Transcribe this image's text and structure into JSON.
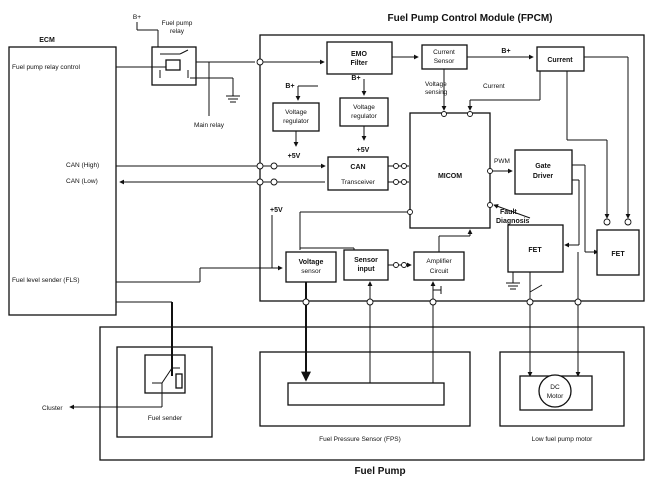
{
  "titles": {
    "fpcm": "Fuel Pump Control Module (FPCM)",
    "ecm": "ECM",
    "fuel_pump": "Fuel Pump"
  },
  "ecm_signals": {
    "relay_control": "Fuel pump relay control",
    "can_high": "CAN (High)",
    "can_low": "CAN (Low)",
    "fuel_level_sender": "Fuel level sender (FLS)"
  },
  "relay": {
    "b_plus": "B+",
    "label_line1": "Fuel pump",
    "label_line2": "relay",
    "main_relay": "Main relay"
  },
  "blocks": {
    "emi_filter_1": "EMO",
    "emi_filter_2": "Filter",
    "current_sensor_1": "Current",
    "current_sensor_2": "Sensor",
    "current_1": "Current",
    "voltage_regulator_1_1": "Voltage",
    "voltage_regulator_1_2": "regulator",
    "voltage_regulator_2_1": "Voltage",
    "voltage_regulator_2_2": "regulator",
    "can_transceiver_1": "CAN",
    "can_transceiver_2": "Transceiver",
    "micom": "MICOM",
    "gate_driver_1": "Gate",
    "gate_driver_2": "Driver",
    "fet_left": "FET",
    "fet_right": "FET",
    "voltage_sensor_1": "Voltage",
    "voltage_sensor_2": "sensor",
    "sensor_input_1": "Sensor",
    "sensor_input_2": "input",
    "amplifier_1": "Amplifier",
    "amplifier_2": "Circuit"
  },
  "signal_labels": {
    "b_plus_top": "B+",
    "b_plus_left": "B+",
    "b_plus_mid": "B+",
    "plus5v_1": "+5V",
    "plus5v_2": "+5V",
    "plus5v_3": "+5V",
    "voltage_sensing_1": "Voltage",
    "voltage_sensing_2": "sensing",
    "current_signal": "Current",
    "pwm": "PWM",
    "fault_1": "Fault",
    "fault_2": "Diagnosis"
  },
  "pump": {
    "fuel_sender": "Fuel sender",
    "cluster": "Cluster",
    "fps": "Fuel Pressure Sensor (FPS)",
    "motor_caption": "Low fuel pump motor",
    "motor_1": "DC",
    "motor_2": "Motor"
  }
}
